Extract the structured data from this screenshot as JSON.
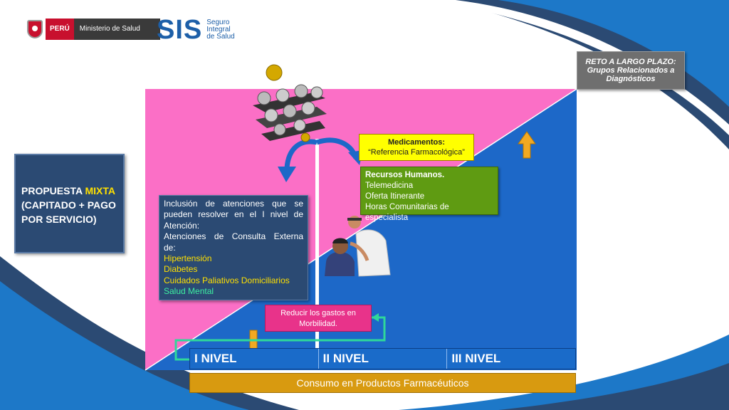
{
  "header": {
    "minsa_country": "PERÚ",
    "minsa_name": "Ministerio de Salud",
    "sis_logo": "SIS",
    "sis_line1": "Seguro",
    "sis_line2": "Integral",
    "sis_line3": "de Salud"
  },
  "reto": {
    "line1": "RETO A LARGO PLAZO:",
    "line2": "Grupos Relacionados a",
    "line3": "Diagnósticos"
  },
  "propuesta": {
    "prefix": "PROPUESTA ",
    "highlight": "MIXTA",
    "line2": "(CAPITADO + PAGO",
    "line3": "POR SERVICIO)"
  },
  "medicamentos": {
    "title": "Medicamentos:",
    "subtitle": "“Referencia Farmacológica”"
  },
  "recursos": {
    "title": "Recursos Humanos.",
    "items": [
      "Telemedicina",
      "Oferta Itinerante",
      "Horas Comunitarias de especialista"
    ]
  },
  "inclusion": {
    "line1": "Inclusión de atenciones que se",
    "line2": "pueden resolver en el I nivel de",
    "line3": "Atención:",
    "line4": "Atenciones de Consulta Externa",
    "line5": "de:",
    "conditions_yellow": [
      "Hipertensión",
      "Diabetes",
      "Cuidados Paliativos Domiciliarios"
    ],
    "condition_green": "Salud Mental"
  },
  "reducir": {
    "line1": "Reducir los gastos en",
    "line2": "Morbilidad."
  },
  "niveles": [
    "I NIVEL",
    "II NIVEL",
    "III NIVEL"
  ],
  "consumo": "Consumo en Productos Farmacéuticos",
  "colors": {
    "pink": "#fb6fc6",
    "blue": "#1d68c8",
    "navy": "#2b4a73",
    "yellow_box": "#ffff00",
    "green_box": "#5f9b12",
    "magenta_box": "#e8338a",
    "gold_bar": "#d89a10",
    "arrow_gold": "#f2a922",
    "connector_green": "#2fd89a"
  },
  "icons": [
    "newtons-cradle-icon",
    "curved-arrow-icon",
    "up-arrow-icon",
    "down-arrow-icon",
    "doctor-patient-icon"
  ]
}
